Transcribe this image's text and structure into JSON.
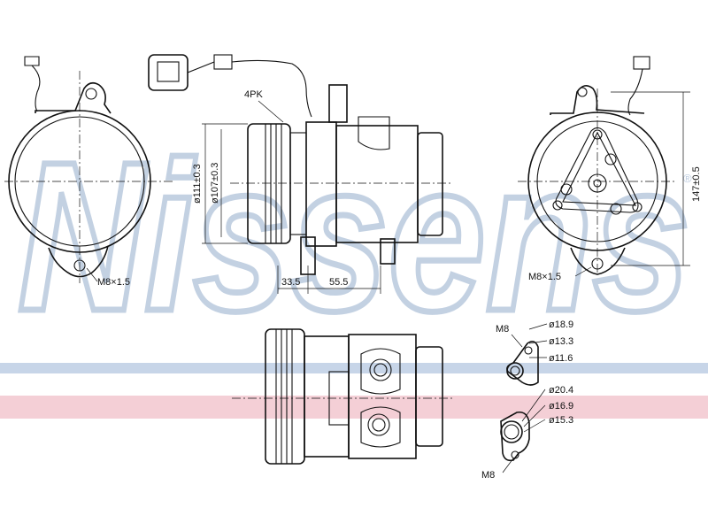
{
  "watermark": {
    "brand": "Nissens",
    "registered_mark": "®",
    "band_blue": "#c7d5e8",
    "band_pink": "#f4cfd6",
    "letter_color": "#b9c9de"
  },
  "labels": {
    "belt": "4PK",
    "dia_outer": "ø111±0.3",
    "dia_inner": "ø107±0.3",
    "height": "147±0.5",
    "thread_left": "M8×1.5",
    "thread_right": "M8×1.5",
    "dim_a": "33.5",
    "dim_b": "55.5"
  },
  "fittings": {
    "upper": {
      "thread": "M8",
      "d1": "ø18.9",
      "d2": "ø13.3",
      "d3": "ø11.6"
    },
    "lower": {
      "thread": "M8",
      "d1": "ø20.4",
      "d2": "ø16.9",
      "d3": "ø15.3"
    }
  }
}
